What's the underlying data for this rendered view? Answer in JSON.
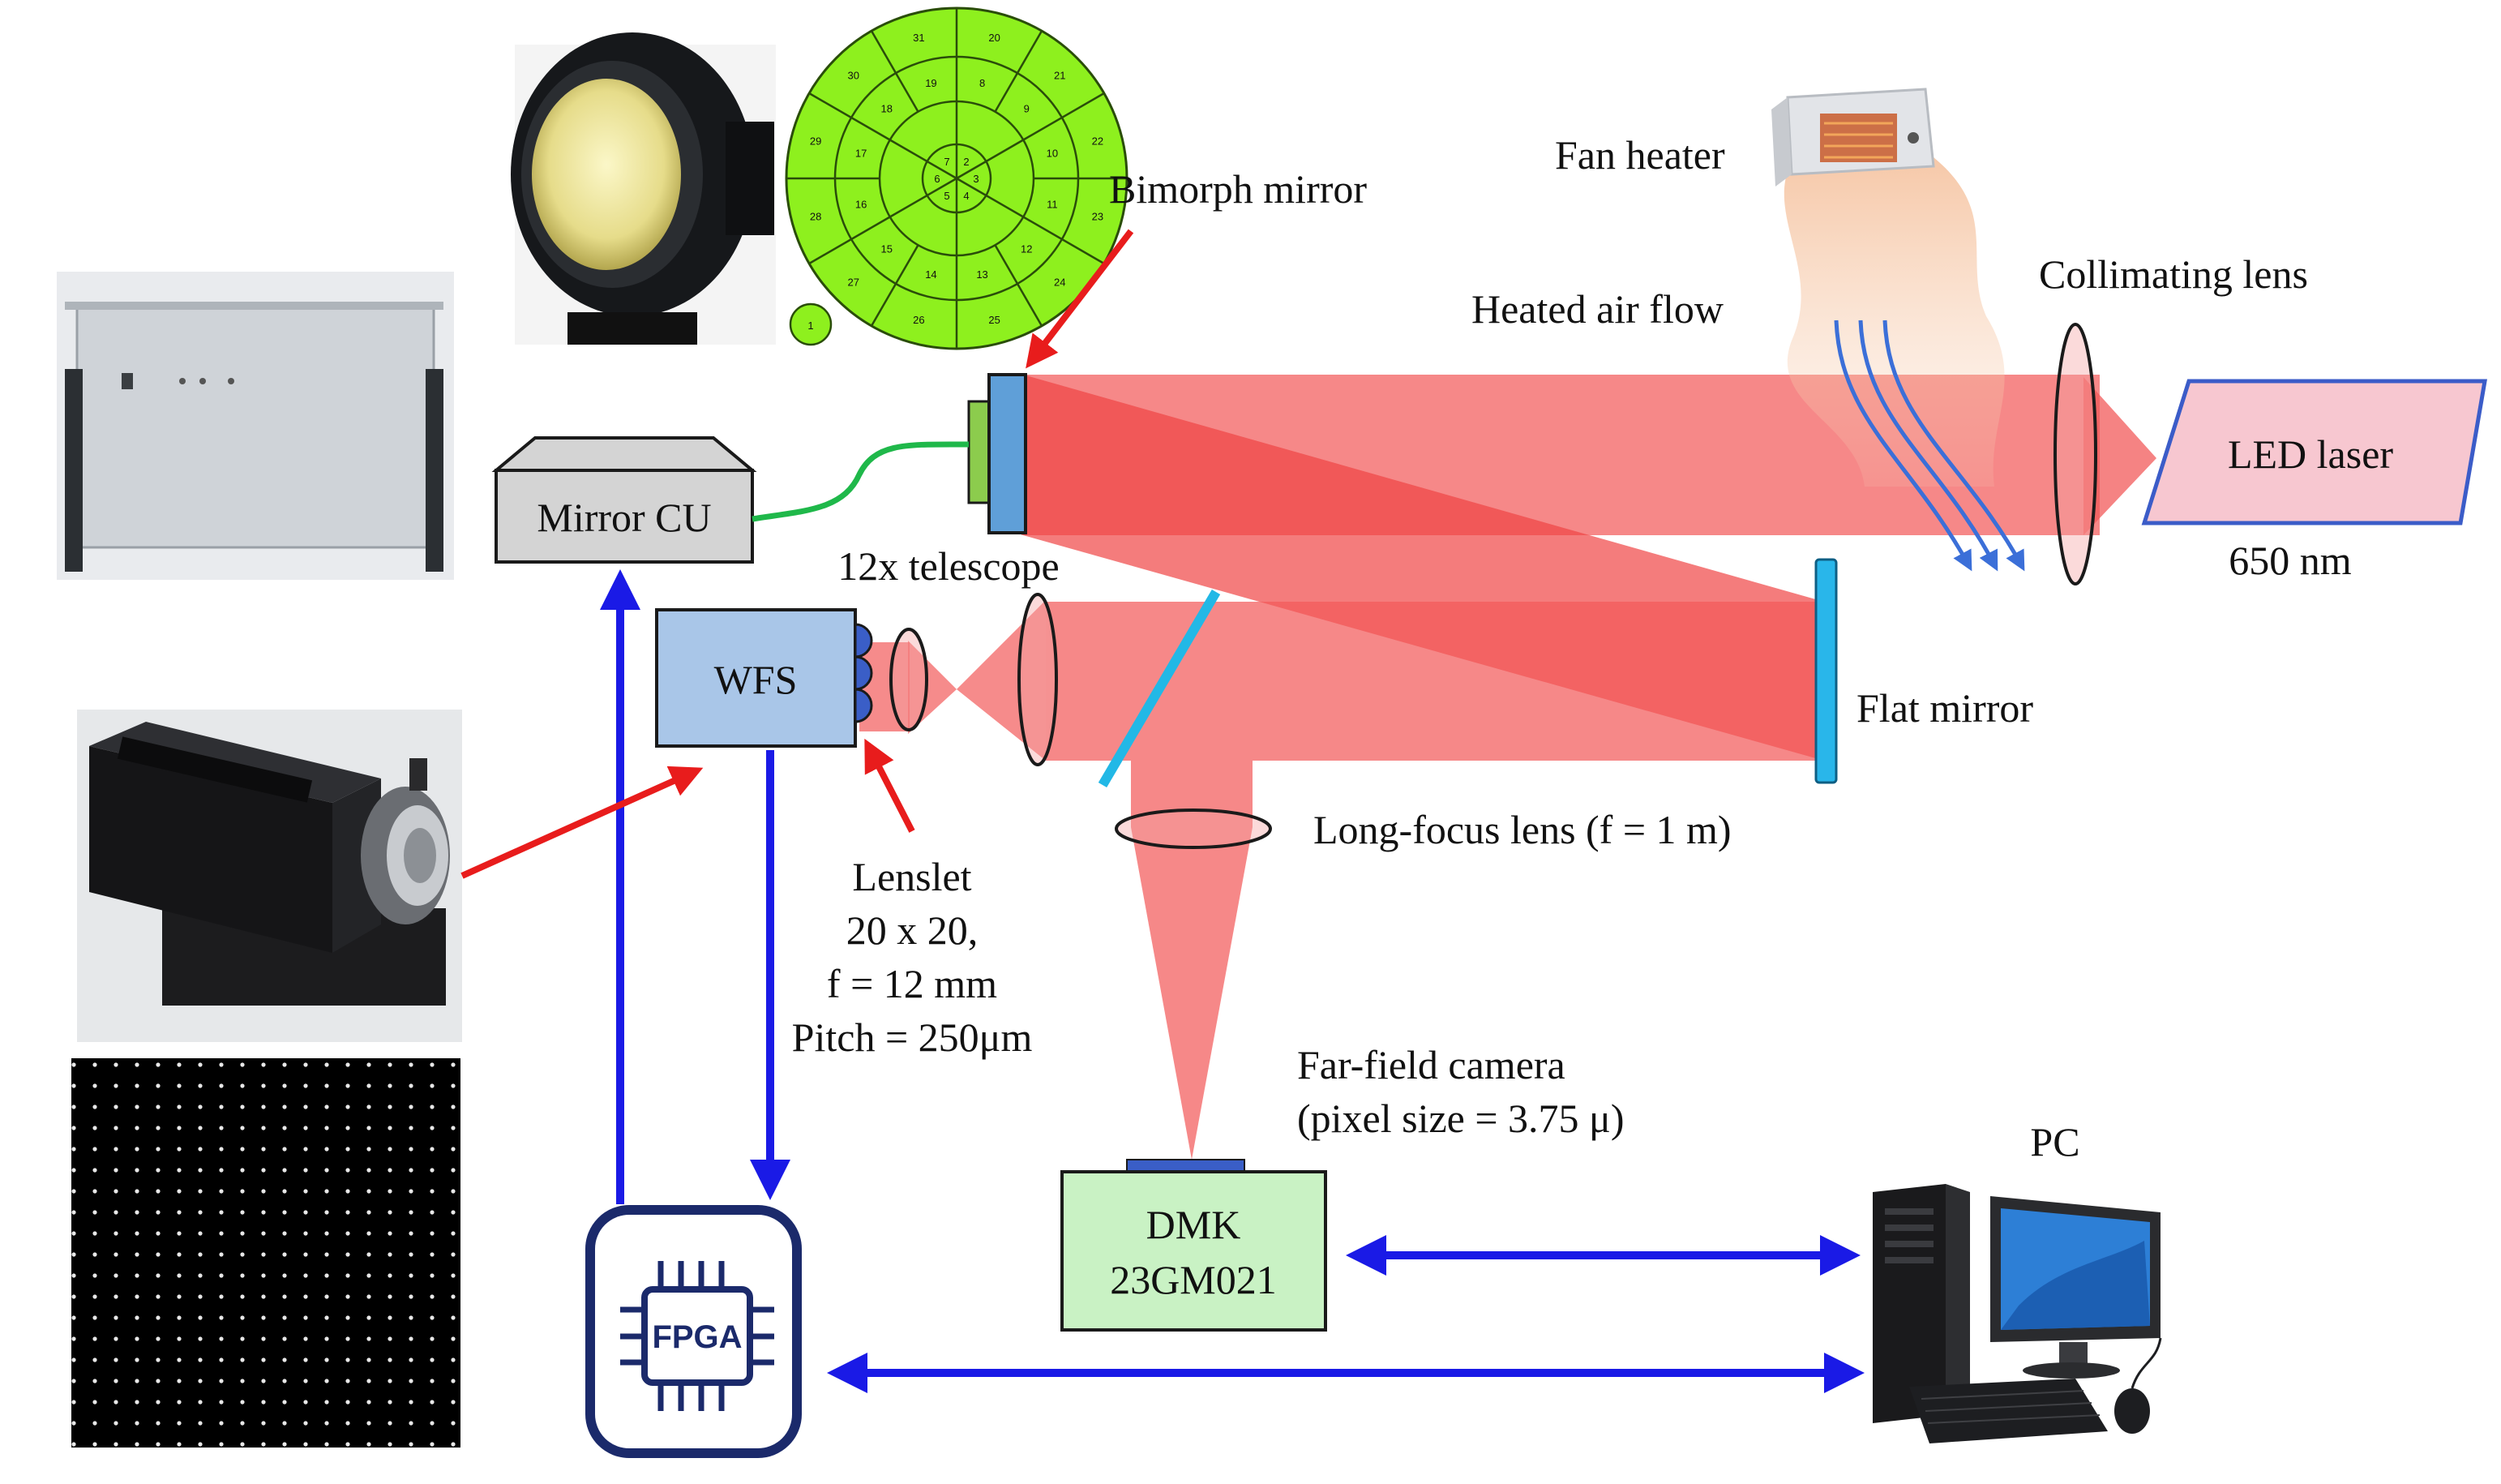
{
  "labels": {
    "bimorph_mirror": "Bimorph mirror",
    "fan_heater": "Fan heater",
    "heated_air_flow": "Heated air flow",
    "collimating_lens": "Collimating lens",
    "led_laser": "LED laser",
    "wavelength": "650 nm",
    "mirror_cu": "Mirror CU",
    "telescope": "12x telescope",
    "wfs": "WFS",
    "flat_mirror": "Flat mirror",
    "long_focus_lens": "Long-focus lens (f = 1 m)",
    "lenslet_line1": "Lenslet",
    "lenslet_line2": "20 x 20,",
    "lenslet_line3": "f = 12 mm",
    "lenslet_line4": "Pitch = 250μm",
    "far_field_line1": "Far-field camera",
    "far_field_line2": "(pixel size = 3.75 μ)",
    "dmk_line1": "DMK",
    "dmk_line2": "23GM021",
    "pc": "PC",
    "fpga": "FPGA"
  },
  "electrode_numbers": [
    "1",
    "2",
    "3",
    "4",
    "5",
    "6",
    "7",
    "8",
    "9",
    "10",
    "11",
    "12",
    "13",
    "14",
    "15",
    "16",
    "17",
    "18",
    "19",
    "20",
    "21",
    "22",
    "23",
    "24",
    "25",
    "26",
    "27",
    "28",
    "29",
    "30",
    "31"
  ],
  "colors": {
    "beam": "#f25a5a",
    "blue_arrow": "#1a1ae6",
    "red_arrow": "#e81c1c",
    "bimorph_green": "#8ef01e",
    "wfs_box": "#a9c6e8",
    "camera_box": "#c9f2c4",
    "laser_box": "#f7c7d0",
    "laser_edge": "#3b5cc8",
    "mirror_cu_box": "#d4d4d4"
  }
}
